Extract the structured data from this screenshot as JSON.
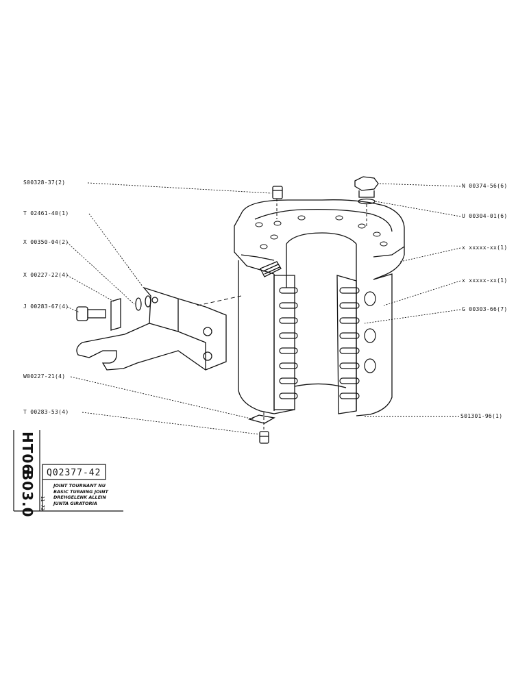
{
  "drawing": {
    "part_number": "Q02377-42",
    "side_group": "HT06",
    "side_section": "B03.0",
    "date_code": "11-73",
    "titles": [
      "JOINT TOURNANT NU",
      "BASIC TURNING JOINT",
      "DREHGELENK ALLEIN",
      "JUNTA GIRATORIA"
    ]
  },
  "callouts_left": [
    "S00328-37(2)",
    "T 02461-40(1)",
    "X 00350-04(2)",
    "X 00227-22(4)",
    "J 00283-67(4)",
    "W00227-21(4)",
    "T 00283-53(4)"
  ],
  "callouts_right": [
    "N 00374-56(6)",
    "U 00304-01(6)",
    "x xxxxx-xx(1)",
    "x xxxxx-xx(1)",
    "G 00303-66(7)",
    "S01301-96(1)"
  ]
}
